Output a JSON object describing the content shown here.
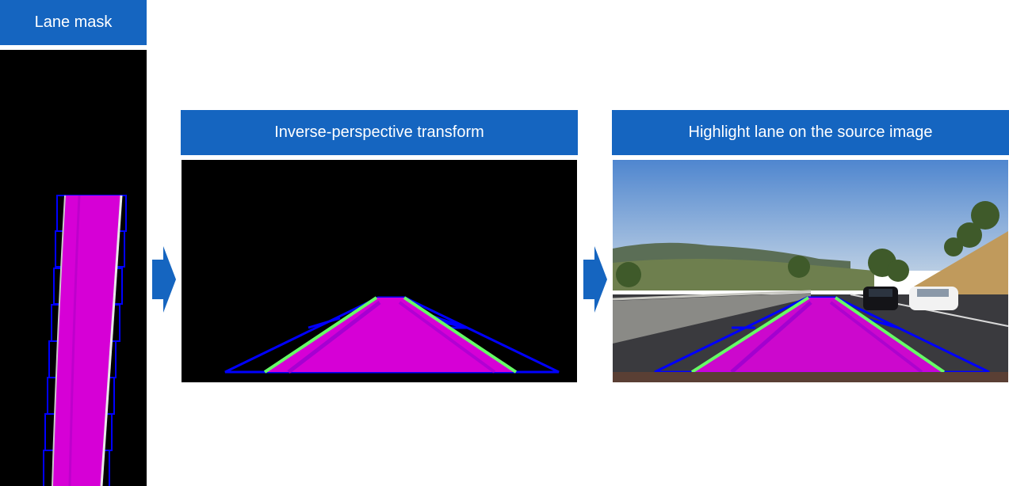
{
  "stages": [
    {
      "title": "Lane mask"
    },
    {
      "title": "Inverse-perspective transform"
    },
    {
      "title": "Highlight lane on the source image"
    }
  ],
  "colors": {
    "header_bg": "#1565c0",
    "lane_fill": "#d600d6",
    "lane_edge": "#66ff66",
    "window_box": "#0000ff",
    "mask_bg": "#000000",
    "sky": "#7fa8d8",
    "road": "#3a3a3e"
  },
  "icons": [
    "arrow-right-icon",
    "arrow-right-icon"
  ]
}
